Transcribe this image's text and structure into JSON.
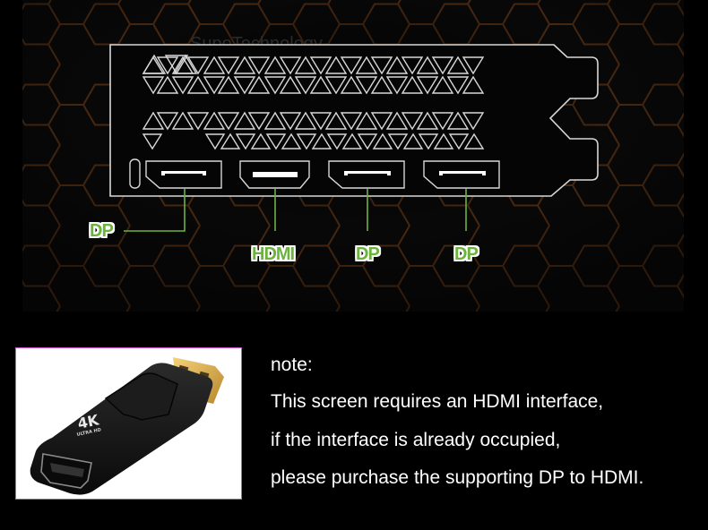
{
  "diagram": {
    "watermark": "SupoTechnology",
    "ports": [
      {
        "type": "DP",
        "label": "DP"
      },
      {
        "type": "HDMI",
        "label": "HDMI"
      },
      {
        "type": "DP",
        "label": "DP"
      },
      {
        "type": "DP",
        "label": "DP"
      }
    ],
    "colors": {
      "label_green": "#6cb33e",
      "leader_line": "#6cb33e",
      "hex_grid": "#5a3214",
      "bracket_outline": "#d8d8d8"
    }
  },
  "product_photo": {
    "badge_main": "4K",
    "badge_sub": "ULTRA HD",
    "border_color": "#d24fd6"
  },
  "note": {
    "heading": "note:",
    "lines": [
      "This screen requires an HDMI interface,",
      "if the interface is already occupied,",
      "please purchase the supporting DP to HDMI."
    ]
  }
}
